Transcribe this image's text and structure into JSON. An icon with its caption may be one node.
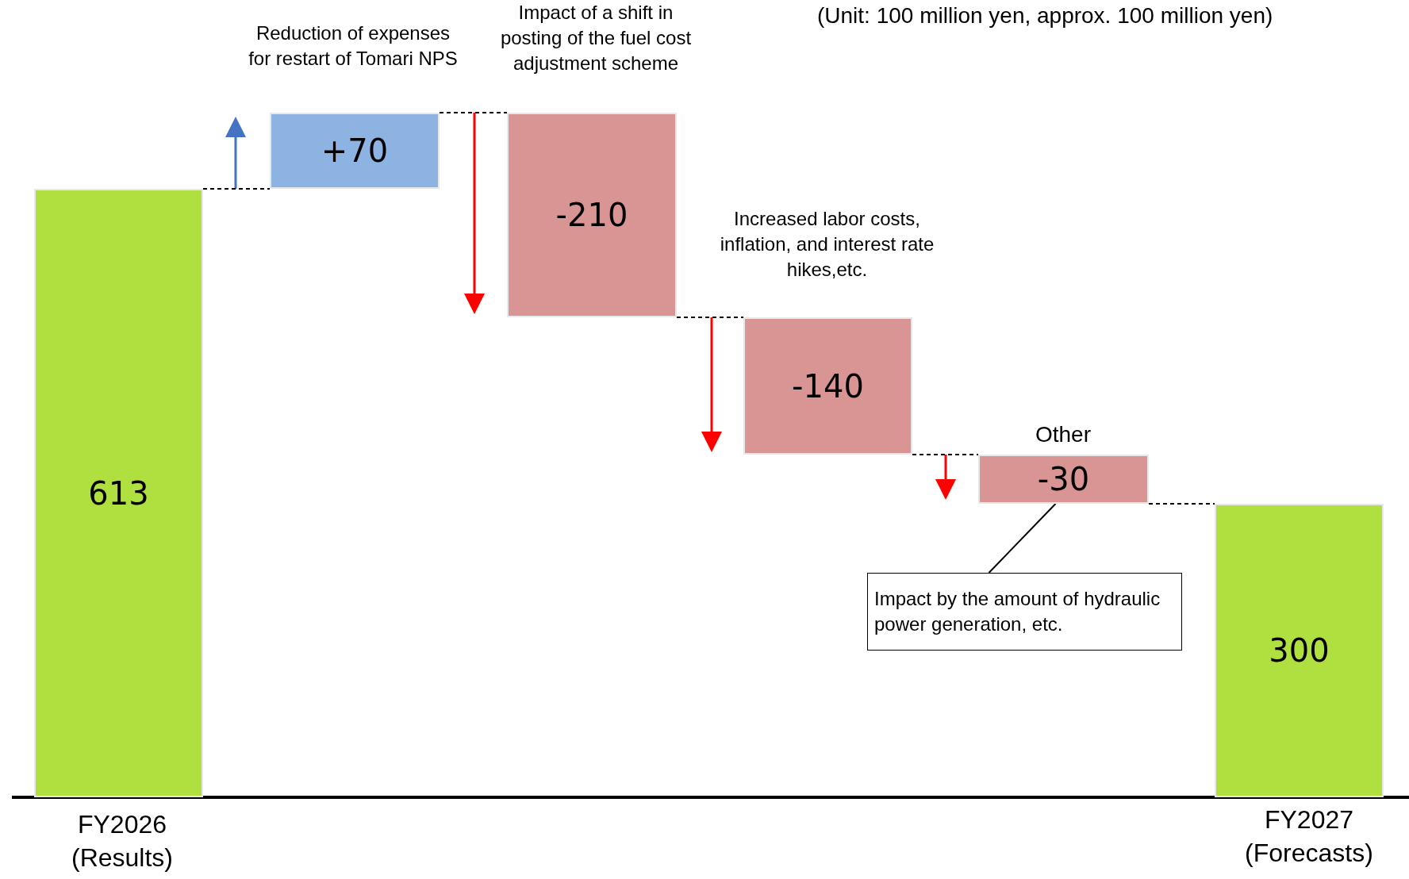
{
  "diagram": {
    "nodes": [
      {
        "text": [
          "613"
        ],
        "beside": [
          "FY2026 (Results)"
        ]
      },
      {
        "text": [
          "+70"
        ],
        "beside": [
          "Reduction of expenses for restart of Tomari NPS"
        ]
      },
      {
        "text": [
          "-210"
        ],
        "beside": [
          "Impact of a shift in posting of the fuel cost adjustment scheme"
        ]
      },
      {
        "text": [
          "-140"
        ],
        "beside": [
          "Increased labor costs, inflation, and interest rate hikes,etc."
        ]
      },
      {
        "text": [
          "-30"
        ],
        "beside": [
          "Other"
        ]
      },
      {
        "text": [
          "300"
        ],
        "beside": [
          "FY2027 (Forecasts)"
        ]
      },
      {
        "text": [
          "Impact by the amount of hydraulic power generation, etc."
        ]
      }
    ],
    "edges": [
      {
        "from": 0,
        "to": 1,
        "arrow": "none",
        "style": "dashed"
      },
      {
        "from": 1,
        "to": 2,
        "arrow": "none",
        "style": "dashed"
      },
      {
        "from": 2,
        "to": 3,
        "arrow": "none",
        "style": "dashed"
      },
      {
        "from": 3,
        "to": 4,
        "arrow": "none",
        "style": "dashed"
      },
      {
        "from": 4,
        "to": 5,
        "arrow": "none",
        "style": "dashed"
      },
      {
        "from": 6,
        "to": 4,
        "arrow": "none"
      }
    ],
    "labels": [
      "(Unit: 100 million yen, approx. 100 million yen)"
    ]
  }
}
